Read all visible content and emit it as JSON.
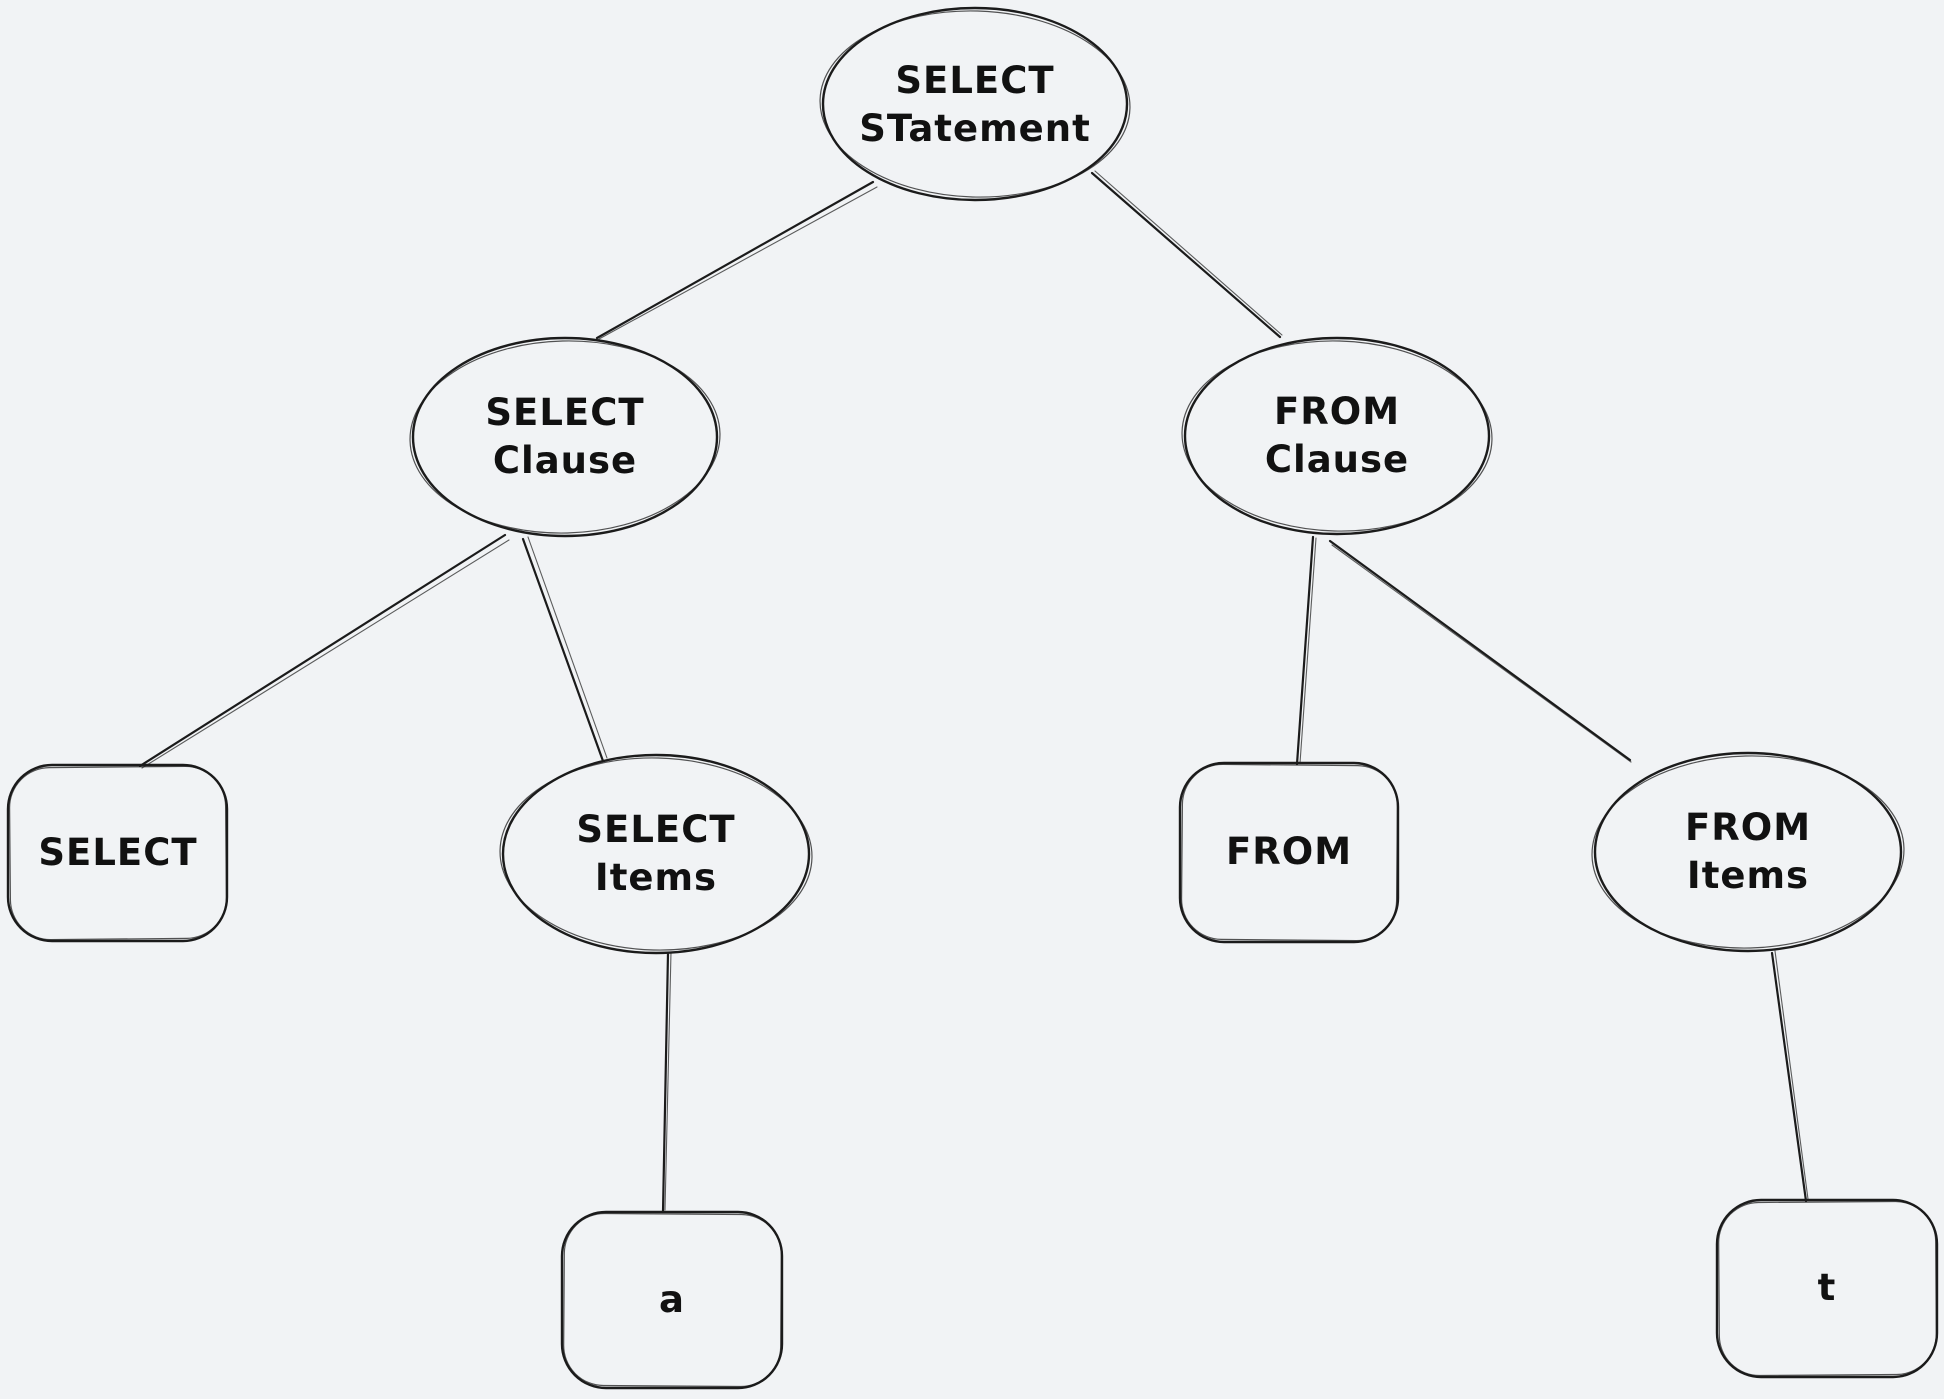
{
  "diagram": {
    "title_hint": "parse tree of a SQL SELECT statement",
    "colors": {
      "background": "#f1f3f5",
      "stroke": "#1b1b1b",
      "text": "#111111"
    },
    "nodes": [
      {
        "id": "select-statement",
        "shape": "ellipse",
        "label": "SELECT\nSTatement"
      },
      {
        "id": "select-clause",
        "shape": "ellipse",
        "label": "SELECT\nClause"
      },
      {
        "id": "from-clause",
        "shape": "ellipse",
        "label": "FROM\nClause"
      },
      {
        "id": "select-keyword",
        "shape": "rounded-rectangle",
        "label": "SELECT"
      },
      {
        "id": "select-items",
        "shape": "ellipse",
        "label": "SELECT\nItems"
      },
      {
        "id": "from-keyword",
        "shape": "rounded-rectangle",
        "label": "FROM"
      },
      {
        "id": "from-items",
        "shape": "ellipse",
        "label": "FROM\nItems"
      },
      {
        "id": "item-a",
        "shape": "rounded-rectangle",
        "label": "a"
      },
      {
        "id": "item-t",
        "shape": "rounded-rectangle",
        "label": "t"
      }
    ],
    "edges": [
      {
        "from": "select-statement",
        "to": "select-clause"
      },
      {
        "from": "select-statement",
        "to": "from-clause"
      },
      {
        "from": "select-clause",
        "to": "select-keyword"
      },
      {
        "from": "select-clause",
        "to": "select-items"
      },
      {
        "from": "from-clause",
        "to": "from-keyword"
      },
      {
        "from": "from-clause",
        "to": "from-items"
      },
      {
        "from": "select-items",
        "to": "item-a"
      },
      {
        "from": "from-items",
        "to": "item-t"
      }
    ]
  }
}
